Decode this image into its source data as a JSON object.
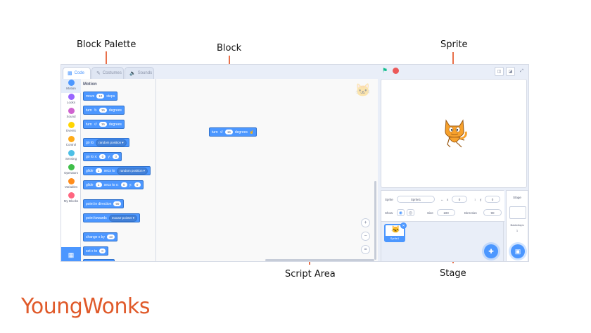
{
  "callouts": {
    "block_palette": "Block Palette",
    "block": "Block",
    "sprite": "Sprite",
    "script_area": "Script Area",
    "stage": "Stage"
  },
  "brand": "YoungWonks",
  "colors": {
    "accent": "#4c97ff",
    "callout_line": "#e8704a",
    "brand": "#e05a2a"
  },
  "tabs": [
    {
      "label": "Code",
      "icon": "code-icon"
    },
    {
      "label": "Costumes",
      "icon": "brush-icon"
    },
    {
      "label": "Sounds",
      "icon": "speaker-icon"
    }
  ],
  "categories": [
    {
      "label": "Motion",
      "color": "#4c97ff"
    },
    {
      "label": "Looks",
      "color": "#9966ff"
    },
    {
      "label": "Sound",
      "color": "#cf63cf"
    },
    {
      "label": "Events",
      "color": "#ffd500"
    },
    {
      "label": "Control",
      "color": "#ffab19"
    },
    {
      "label": "Sensing",
      "color": "#4cbfe6"
    },
    {
      "label": "Operators",
      "color": "#40bf4a"
    },
    {
      "label": "Variables",
      "color": "#ff8c1a"
    },
    {
      "label": "My Blocks",
      "color": "#ff6680"
    }
  ],
  "palette": {
    "title": "Motion",
    "blocks": {
      "move": {
        "a": "move",
        "v": "10",
        "b": "steps"
      },
      "turn_right": {
        "a": "turn",
        "v": "15",
        "b": "degrees"
      },
      "turn_left": {
        "a": "turn",
        "v": "15",
        "b": "degrees"
      },
      "goto": {
        "a": "go to",
        "dd": "random position"
      },
      "goto_xy": {
        "a": "go to x:",
        "x": "0",
        "y_label": "y:",
        "y": "0"
      },
      "glide_to": {
        "a": "glide",
        "v": "1",
        "b": "secs to",
        "dd": "random position"
      },
      "glide_xy": {
        "a": "glide",
        "v": "1",
        "b": "secs to x:",
        "x": "0",
        "y_label": "y:",
        "y": "0"
      },
      "point_dir": {
        "a": "point in direction",
        "v": "90"
      },
      "point_towards": {
        "a": "point towards",
        "dd": "mouse-pointer"
      },
      "change_x": {
        "a": "change x by",
        "v": "10"
      },
      "set_x": {
        "a": "set x to",
        "v": "0"
      }
    }
  },
  "script_block": {
    "a": "turn",
    "v": "15",
    "b": "degrees"
  },
  "zoom": {
    "in": "+",
    "out": "−",
    "reset": "="
  },
  "sprite_info": {
    "sprite_label": "Sprite",
    "sprite_name": "Sprite1",
    "x_label": "x",
    "x": "0",
    "y_label": "y",
    "y": "0",
    "show_label": "Show",
    "size_label": "Size",
    "size": "100",
    "direction_label": "Direction",
    "direction": "90",
    "thumb_name": "Sprite1"
  },
  "stage_pane": {
    "title": "Stage",
    "backdrops_label": "Backdrops",
    "backdrops_count": "1"
  }
}
